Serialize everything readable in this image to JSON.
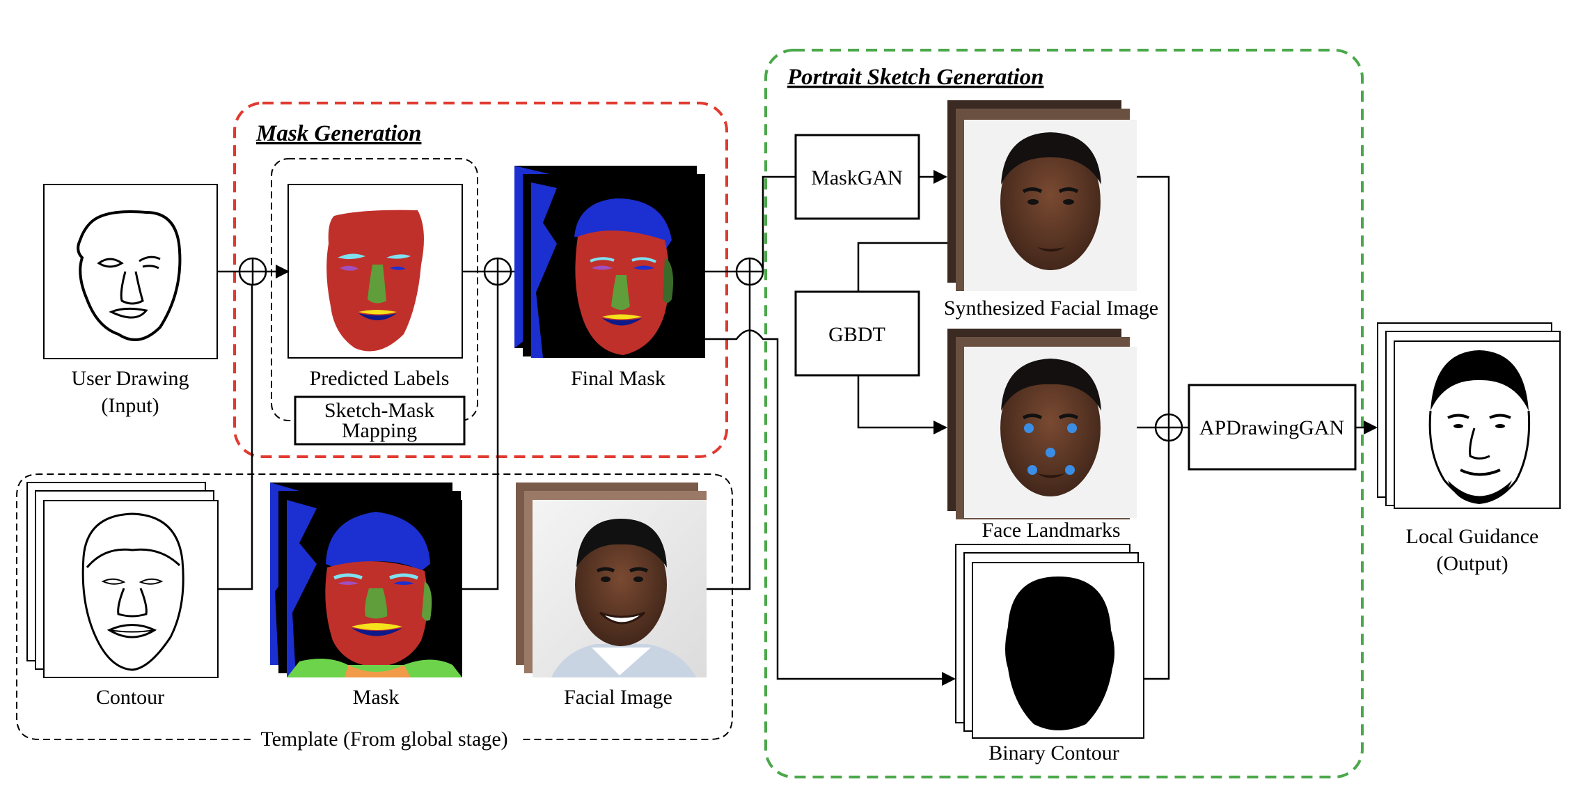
{
  "groups": {
    "mask_generation": "Mask Generation",
    "portrait_sketch_generation": "Portrait Sketch Generation",
    "template": "Template (From global stage)"
  },
  "inputs": {
    "user_drawing_line1": "User Drawing",
    "user_drawing_line2": "(Input)"
  },
  "mask_generation": {
    "predicted_labels": "Predicted Labels",
    "mapping_line1": "Sketch-Mask",
    "mapping_line2": "Mapping",
    "final_mask": "Final Mask"
  },
  "template": {
    "contour": "Contour",
    "mask": "Mask",
    "facial_image": "Facial Image"
  },
  "portrait": {
    "maskgan": "MaskGAN",
    "gbdt": "GBDT",
    "synthesized": "Synthesized Facial Image",
    "landmarks": "Face Landmarks",
    "binary_contour": "Binary Contour",
    "apdrawinggan": "APDrawingGAN"
  },
  "output": {
    "line1": "Local Guidance",
    "line2": "(Output)"
  },
  "colors": {
    "mask_generation_border": "#e03a2f",
    "portrait_border": "#4aa84a",
    "face_red": "#c0302a",
    "hair_blue": "#1c2fd0",
    "nose_green": "#5f9e3a",
    "lip_yellow": "#f5e11c",
    "lip_navy": "#0f1a8a",
    "eye_cyan": "#7fe0f0",
    "eye_purple": "#a050c0",
    "neck_green": "#6cd34a",
    "neck_orange": "#f09a4a",
    "skin_dark": "#5b3a28",
    "landmark_blue": "#3a8ee6"
  }
}
